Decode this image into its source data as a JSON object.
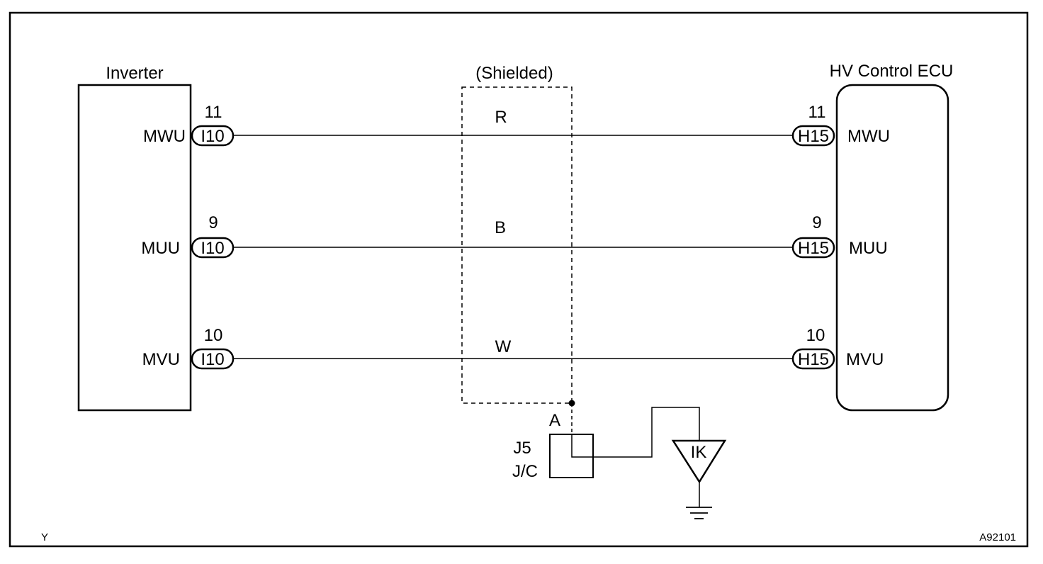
{
  "inverter": {
    "title": "Inverter"
  },
  "ecu": {
    "title": "HV Control ECU"
  },
  "shield": {
    "label": "(Shielded)"
  },
  "circuits": [
    {
      "signal": "MWU",
      "pin": "11",
      "inverter_connector": "I10",
      "ecu_connector": "H15",
      "wire_color": "R"
    },
    {
      "signal": "MUU",
      "pin": "9",
      "inverter_connector": "I10",
      "ecu_connector": "H15",
      "wire_color": "B"
    },
    {
      "signal": "MVU",
      "pin": "10",
      "inverter_connector": "I10",
      "ecu_connector": "H15",
      "wire_color": "W"
    }
  ],
  "junction": {
    "point": "A",
    "name": "J5",
    "type": "J/C"
  },
  "ground": {
    "label": "IK"
  },
  "corner_left": "Y",
  "figure_id": "A92101"
}
